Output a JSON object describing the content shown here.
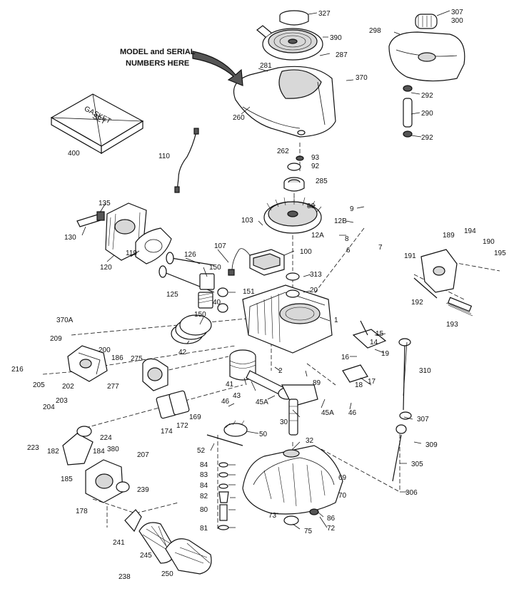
{
  "callout": {
    "line1": "MODEL and SERIAL",
    "line2": "NUMBERS HERE"
  },
  "gasket_box": {
    "line1": "GASKET",
    "line2": "SET"
  },
  "labels": {
    "327": "327",
    "390": "390",
    "287": "287",
    "281": "281",
    "260": "260",
    "262": "262",
    "93": "93",
    "92": "92",
    "285": "285",
    "307": "307",
    "300": "300",
    "298": "298",
    "370": "370",
    "292a": "292",
    "290": "290",
    "292b": "292",
    "400": "400",
    "110": "110",
    "135": "135",
    "130": "130",
    "120": "120",
    "119": "119",
    "126": "126",
    "125": "125",
    "103": "103",
    "90": "90",
    "9": "9",
    "12B": "12B",
    "12A": "12A",
    "8": "8",
    "6": "6",
    "7": "7",
    "107": "107",
    "100": "100",
    "150a": "150",
    "151": "151",
    "150b": "150",
    "40": "40",
    "313": "313",
    "20": "20",
    "1": "1",
    "42": "42",
    "370A": "370A",
    "209": "209",
    "200": "200",
    "186": "186",
    "216": "216",
    "205": "205",
    "202": "202",
    "203": "203",
    "204": "204",
    "275": "275",
    "277": "277",
    "189": "189",
    "194": "194",
    "190": "190",
    "195": "195",
    "191": "191",
    "192": "192",
    "193": "193",
    "15": "15",
    "14": "14",
    "19": "19",
    "16": "16",
    "17": "17",
    "18": "18",
    "310": "310",
    "41": "41",
    "43": "43",
    "2": "2",
    "89": "89",
    "45Aa": "45A",
    "45Ab": "45A",
    "46a": "46",
    "46b": "46",
    "30": "30",
    "169": "169",
    "172": "172",
    "174": "174",
    "224": "224",
    "223": "223",
    "182": "182",
    "184": "184",
    "380": "380",
    "207": "207",
    "185": "185",
    "239": "239",
    "178": "178",
    "52": "52",
    "50": "50",
    "32": "32",
    "307b": "307",
    "309": "309",
    "305": "305",
    "306": "306",
    "84a": "84",
    "83": "83",
    "84b": "84",
    "82": "82",
    "80": "80",
    "81": "81",
    "69": "69",
    "70": "70",
    "73": "73",
    "75": "75",
    "72": "72",
    "86": "86",
    "241": "241",
    "245": "245",
    "250": "250",
    "238": "238"
  }
}
